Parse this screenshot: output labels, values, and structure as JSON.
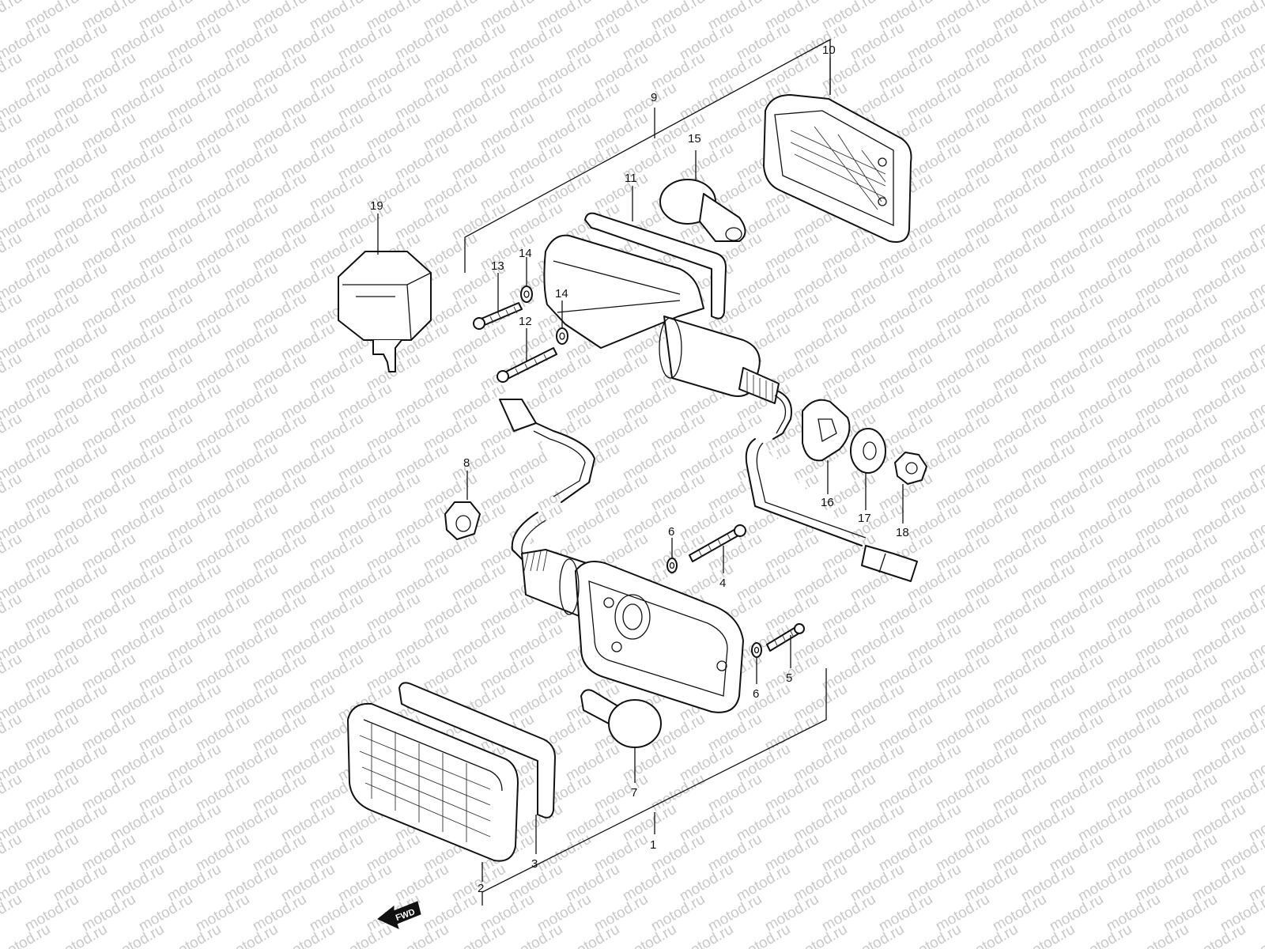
{
  "watermark": {
    "text": "motod.ru"
  },
  "fwd_label": "FWD",
  "callouts": [
    {
      "key": "n1",
      "text": "1"
    },
    {
      "key": "n2",
      "text": "2"
    },
    {
      "key": "n3",
      "text": "3"
    },
    {
      "key": "n4",
      "text": "4"
    },
    {
      "key": "n5",
      "text": "5"
    },
    {
      "key": "n6a",
      "text": "6"
    },
    {
      "key": "n6b",
      "text": "6"
    },
    {
      "key": "n7",
      "text": "7"
    },
    {
      "key": "n8",
      "text": "8"
    },
    {
      "key": "n9",
      "text": "9"
    },
    {
      "key": "n10",
      "text": "10"
    },
    {
      "key": "n11",
      "text": "11"
    },
    {
      "key": "n12",
      "text": "12"
    },
    {
      "key": "n13",
      "text": "13"
    },
    {
      "key": "n14a",
      "text": "14"
    },
    {
      "key": "n14b",
      "text": "14"
    },
    {
      "key": "n15",
      "text": "15"
    },
    {
      "key": "n16",
      "text": "16"
    },
    {
      "key": "n17",
      "text": "17"
    },
    {
      "key": "n18",
      "text": "18"
    },
    {
      "key": "n19",
      "text": "19"
    }
  ]
}
